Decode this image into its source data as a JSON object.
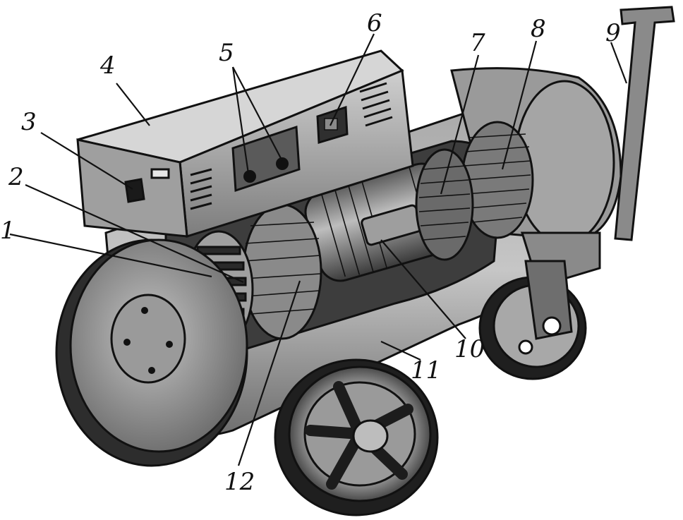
{
  "figure": {
    "callouts": [
      "1",
      "2",
      "3",
      "4",
      "5",
      "6",
      "7",
      "8",
      "9",
      "10",
      "11",
      "12"
    ]
  },
  "colors": {
    "ink": "#111111",
    "metal_light": "#b9b9b9",
    "metal_mid": "#8c8c8c",
    "metal_dark": "#4a4a4a",
    "background": "#ffffff"
  }
}
